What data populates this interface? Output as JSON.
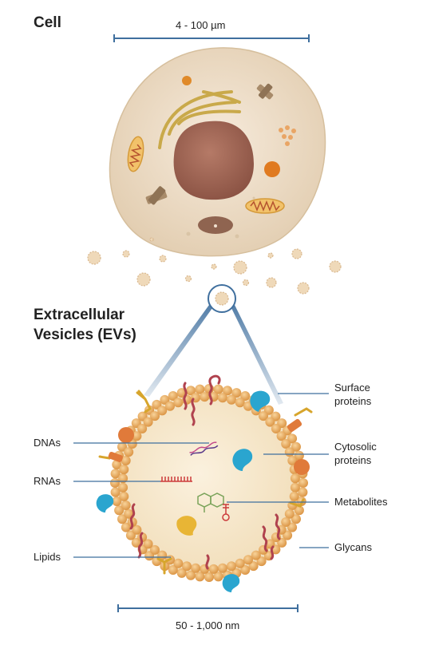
{
  "headings": {
    "cell": "Cell",
    "ev_line1": "Extracellular",
    "ev_line2": "Vesicles (EVs)"
  },
  "scales": {
    "cell": "4 - 100 µm",
    "ev": "50 - 1,000 nm"
  },
  "labels_left": {
    "dnas": "DNAs",
    "rnas": "RNAs",
    "lipids": "Lipids"
  },
  "labels_right": {
    "surface_line1": "Surface",
    "surface_line2": "proteins",
    "cytosolic_line1": "Cytosolic",
    "cytosolic_line2": "proteins",
    "metabolites": "Metabolites",
    "glycans": "Glycans"
  },
  "colors": {
    "line": "#3f6f9e",
    "cell_body": "#efe0c9",
    "nucleus": "#9a5f4f",
    "membrane_bead": "#e8ae62",
    "vesicle_fill": "#f6e6c8",
    "protein_blue": "#2aa5cf",
    "glycan": "#d7a52c",
    "rna": "#cc3b3b",
    "surface_protein": "#b0424e"
  }
}
